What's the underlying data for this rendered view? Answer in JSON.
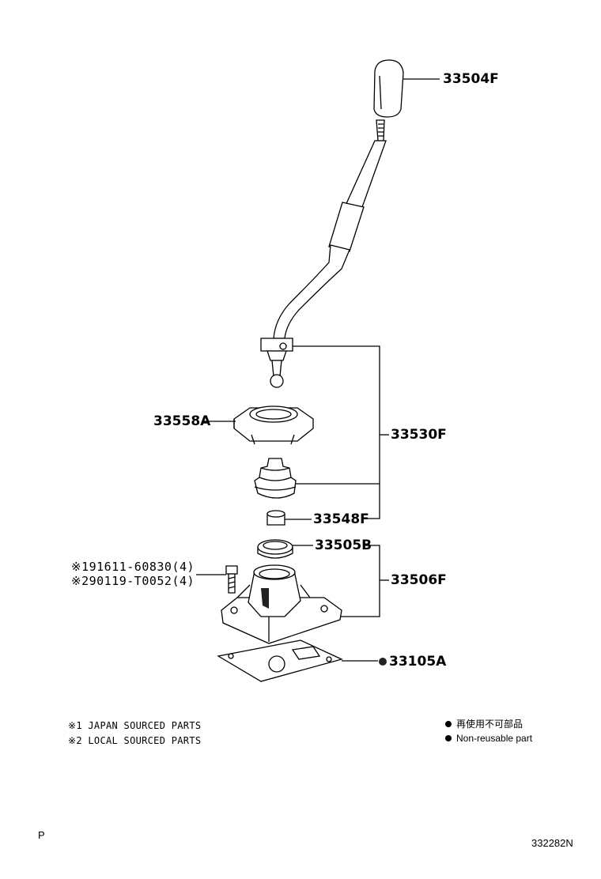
{
  "callouts": {
    "shift_knob": "33504F",
    "lever_assy": "33530F",
    "retainer": "33558A",
    "bushing": "33548F",
    "seat": "33505B",
    "housing_assy": "33506F",
    "gasket": "33105A"
  },
  "bolts": {
    "japan": "※191611-60830(4)",
    "local": "※290119-T0052(4)"
  },
  "notes": {
    "japan_sourced": "※1 JAPAN SOURCED PARTS",
    "local_sourced": "※2 LOCAL SOURCED PARTS"
  },
  "legend": {
    "non_reusable_jp": "再使用不可部品",
    "non_reusable_en": "Non-reusable part"
  },
  "footer": {
    "page_marker": "P",
    "illustration_id": "332282N"
  }
}
